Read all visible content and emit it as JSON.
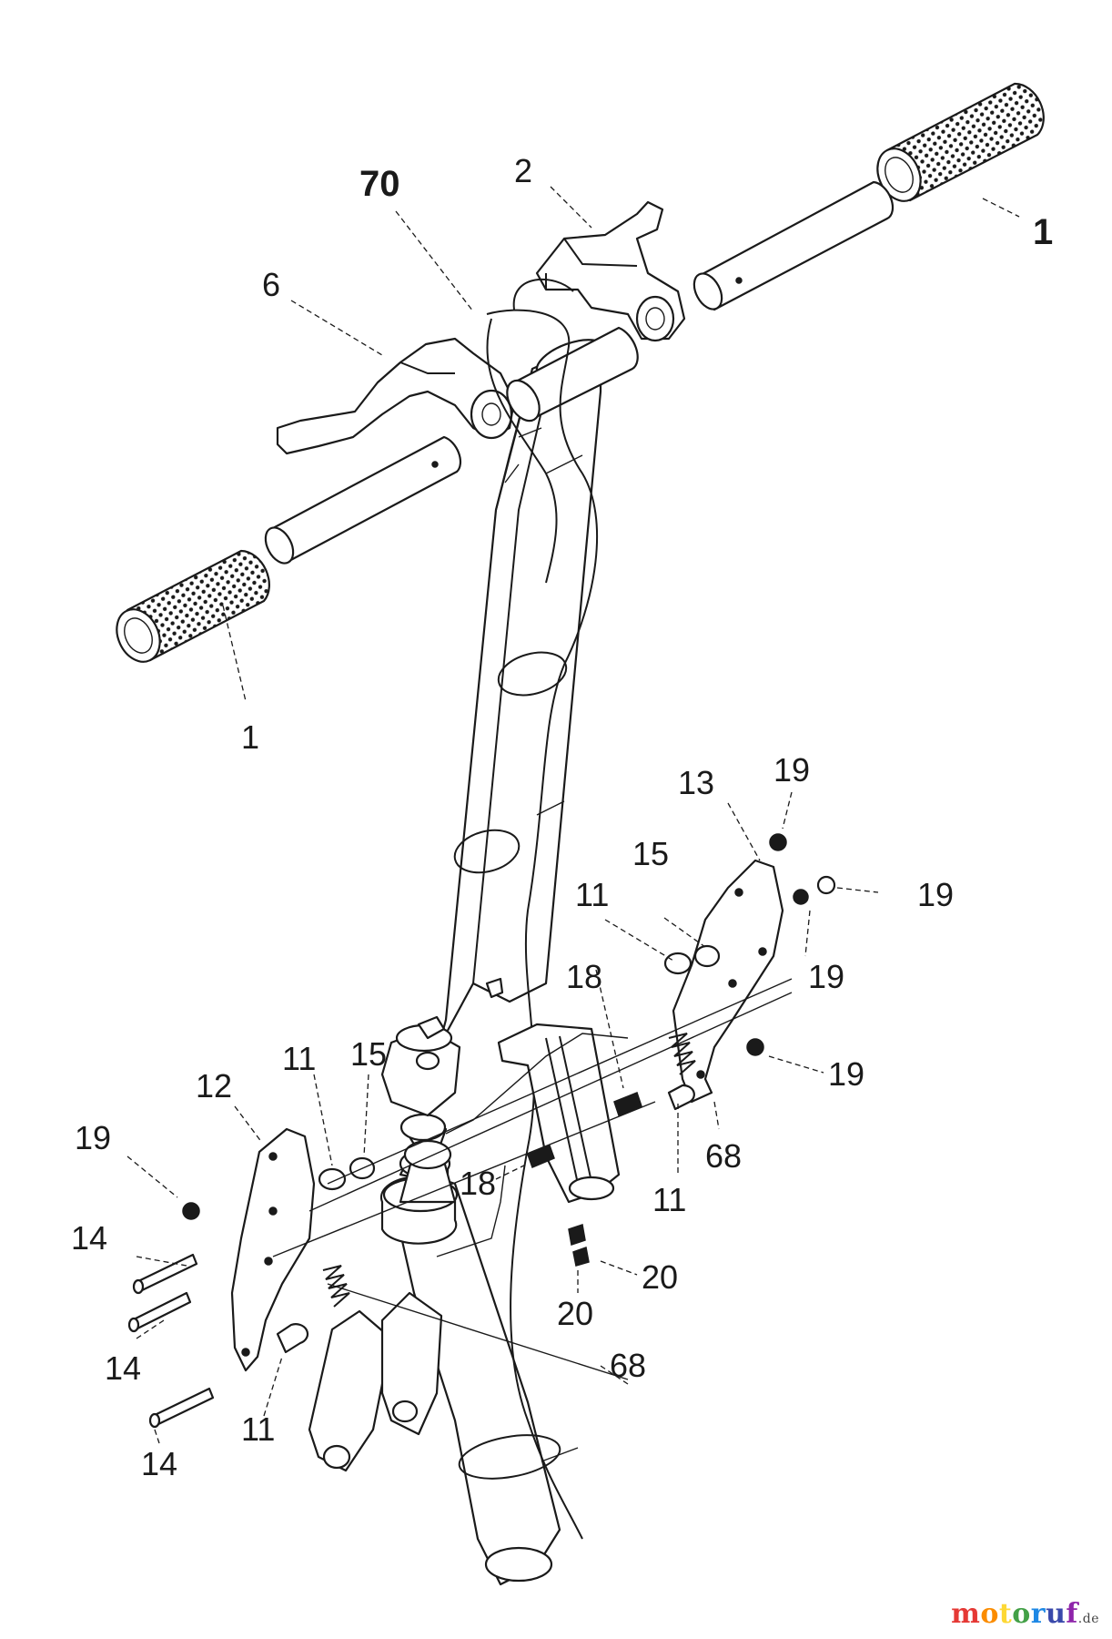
{
  "labels": {
    "p70": "70",
    "p2": "2",
    "p1_top": "1",
    "p6": "6",
    "p1_left": "1",
    "p13": "13",
    "p19_a": "19",
    "p19_b": "19",
    "p15_right": "15",
    "p11_right": "11",
    "p19_c": "19",
    "p18_top": "18",
    "p19_d": "19",
    "p11_left": "11",
    "p15_left": "15",
    "p12": "12",
    "p68_right": "68",
    "p19_left": "19",
    "p18_bottom": "18",
    "p11_bottom": "11",
    "p14_a": "14",
    "p20_a": "20",
    "p20_b": "20",
    "p14_b": "14",
    "p68_bottom": "68",
    "p11_lower": "11",
    "p14_c": "14"
  },
  "watermark": {
    "letters": [
      "m",
      "o",
      "t",
      "o",
      "r",
      "u",
      "f"
    ],
    "colors": [
      "#e53935",
      "#fb8c00",
      "#fdd835",
      "#43a047",
      "#1e88e5",
      "#3949ab",
      "#8e24aa"
    ],
    "tld": ".de"
  }
}
